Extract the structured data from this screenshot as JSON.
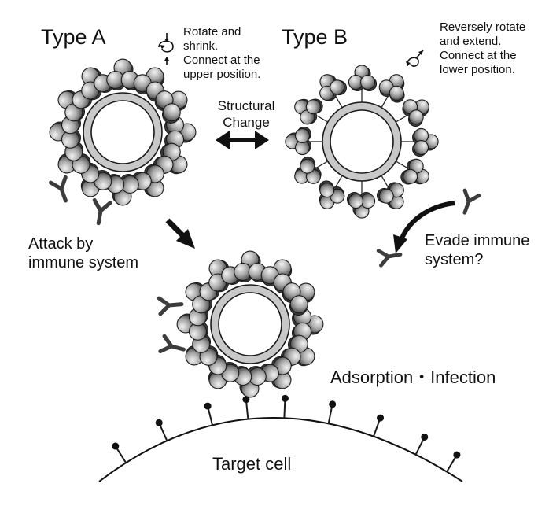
{
  "labels": {
    "type_a": "Type A",
    "type_b": "Type B",
    "type_a_note": "Rotate and\nshrink.\nConnect at the\nupper position.",
    "type_b_note": "Reversely rotate\nand extend.\nConnect at the\nlower position.",
    "structural_change": "Structural\nChange",
    "attack": "Attack by\nimmune system",
    "evade": "Evade immune\nsystem?",
    "adsorption": "Adsorption・Infection",
    "target_cell": "Target cell"
  },
  "colors": {
    "stroke": "#1a1a1a",
    "antibody": "#3c3c3c",
    "ring_fill": "#c8c8c8",
    "protein_light": "#f0f0f0",
    "protein_dark": "#505050"
  }
}
